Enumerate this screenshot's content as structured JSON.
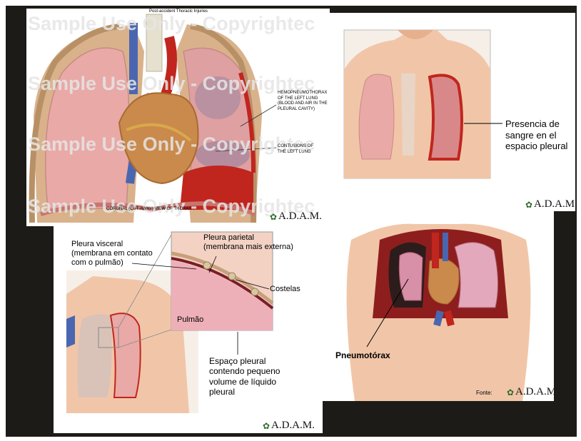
{
  "panel1": {
    "caption_top": "Post-accident Thoracic Injuries",
    "watermark": "Sample Use Only - Copyrightec",
    "hemo_label": [
      "HEMOPNEUMOTHORAX",
      "OF THE LEFT LUNG",
      "(BLOOD AND AIR IN THE",
      "PLEURAL CAVITY)"
    ],
    "contusion_label": [
      "CONTUSIONS OF",
      "THE LEFT LUNG"
    ],
    "caption_bottom": "CORONAL (CUT-AWAY) VIEW OF THORAX",
    "logo": "A.D.A.M."
  },
  "panel2": {
    "label": [
      "Presencia de",
      "sangre en el",
      "espacio pleural"
    ],
    "logo": "A.D.A.M."
  },
  "panel3": {
    "visceral": [
      "Pleura visceral",
      "(membrana em contato",
      "com o pulmão)"
    ],
    "parietal": [
      "Pleura parietal",
      "(membrana mais externa)"
    ],
    "ribs": "Costelas",
    "lung": "Pulmão",
    "pleural_space": [
      "Espaço pleural",
      "contendo pequeno",
      "volume de líquido",
      "pleural"
    ],
    "logo": "A.D.A.M."
  },
  "panel4": {
    "label": "Pneumotórax",
    "source": "Fonte:",
    "logo": "A.D.A.M."
  },
  "colors": {
    "frame": "#1d1b17",
    "lung_pink": "#e9a9a6",
    "heart": "#c98a4c",
    "blood": "#c0261e",
    "skin": "#f1c6a8",
    "vein": "#4a66b0"
  }
}
